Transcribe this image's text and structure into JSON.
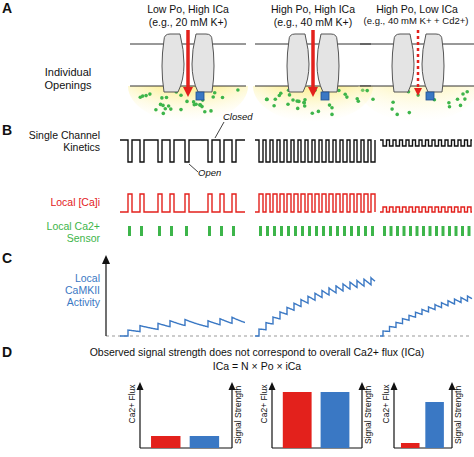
{
  "diagram": {
    "labels": [
      "A",
      "Low Po, High ICa",
      "(e.g., 20 mM K+)",
      "High Po, High ICa",
      "(e.g., 40 mM K+)",
      "High Po, Low ICa",
      "(e.g., 40 mM K+ + Cd2+)",
      "Individual Openings",
      "B",
      "Single Channel Kinetics",
      "Closed",
      "Open",
      "Local [Ca]i",
      "Local Ca2+ Sensor",
      "C",
      "Local CaMKII Activity",
      "D",
      "Observed signal strength does not correspond to overall Ca2+ flux (ICa)",
      "ICa = N × Po × iCa",
      "Ca2+ Flux",
      "Signal Strength",
      "Ca2+ Flux",
      "Signal Strength",
      "Ca2+ Flux",
      "Signal Strength"
    ]
  }
}
